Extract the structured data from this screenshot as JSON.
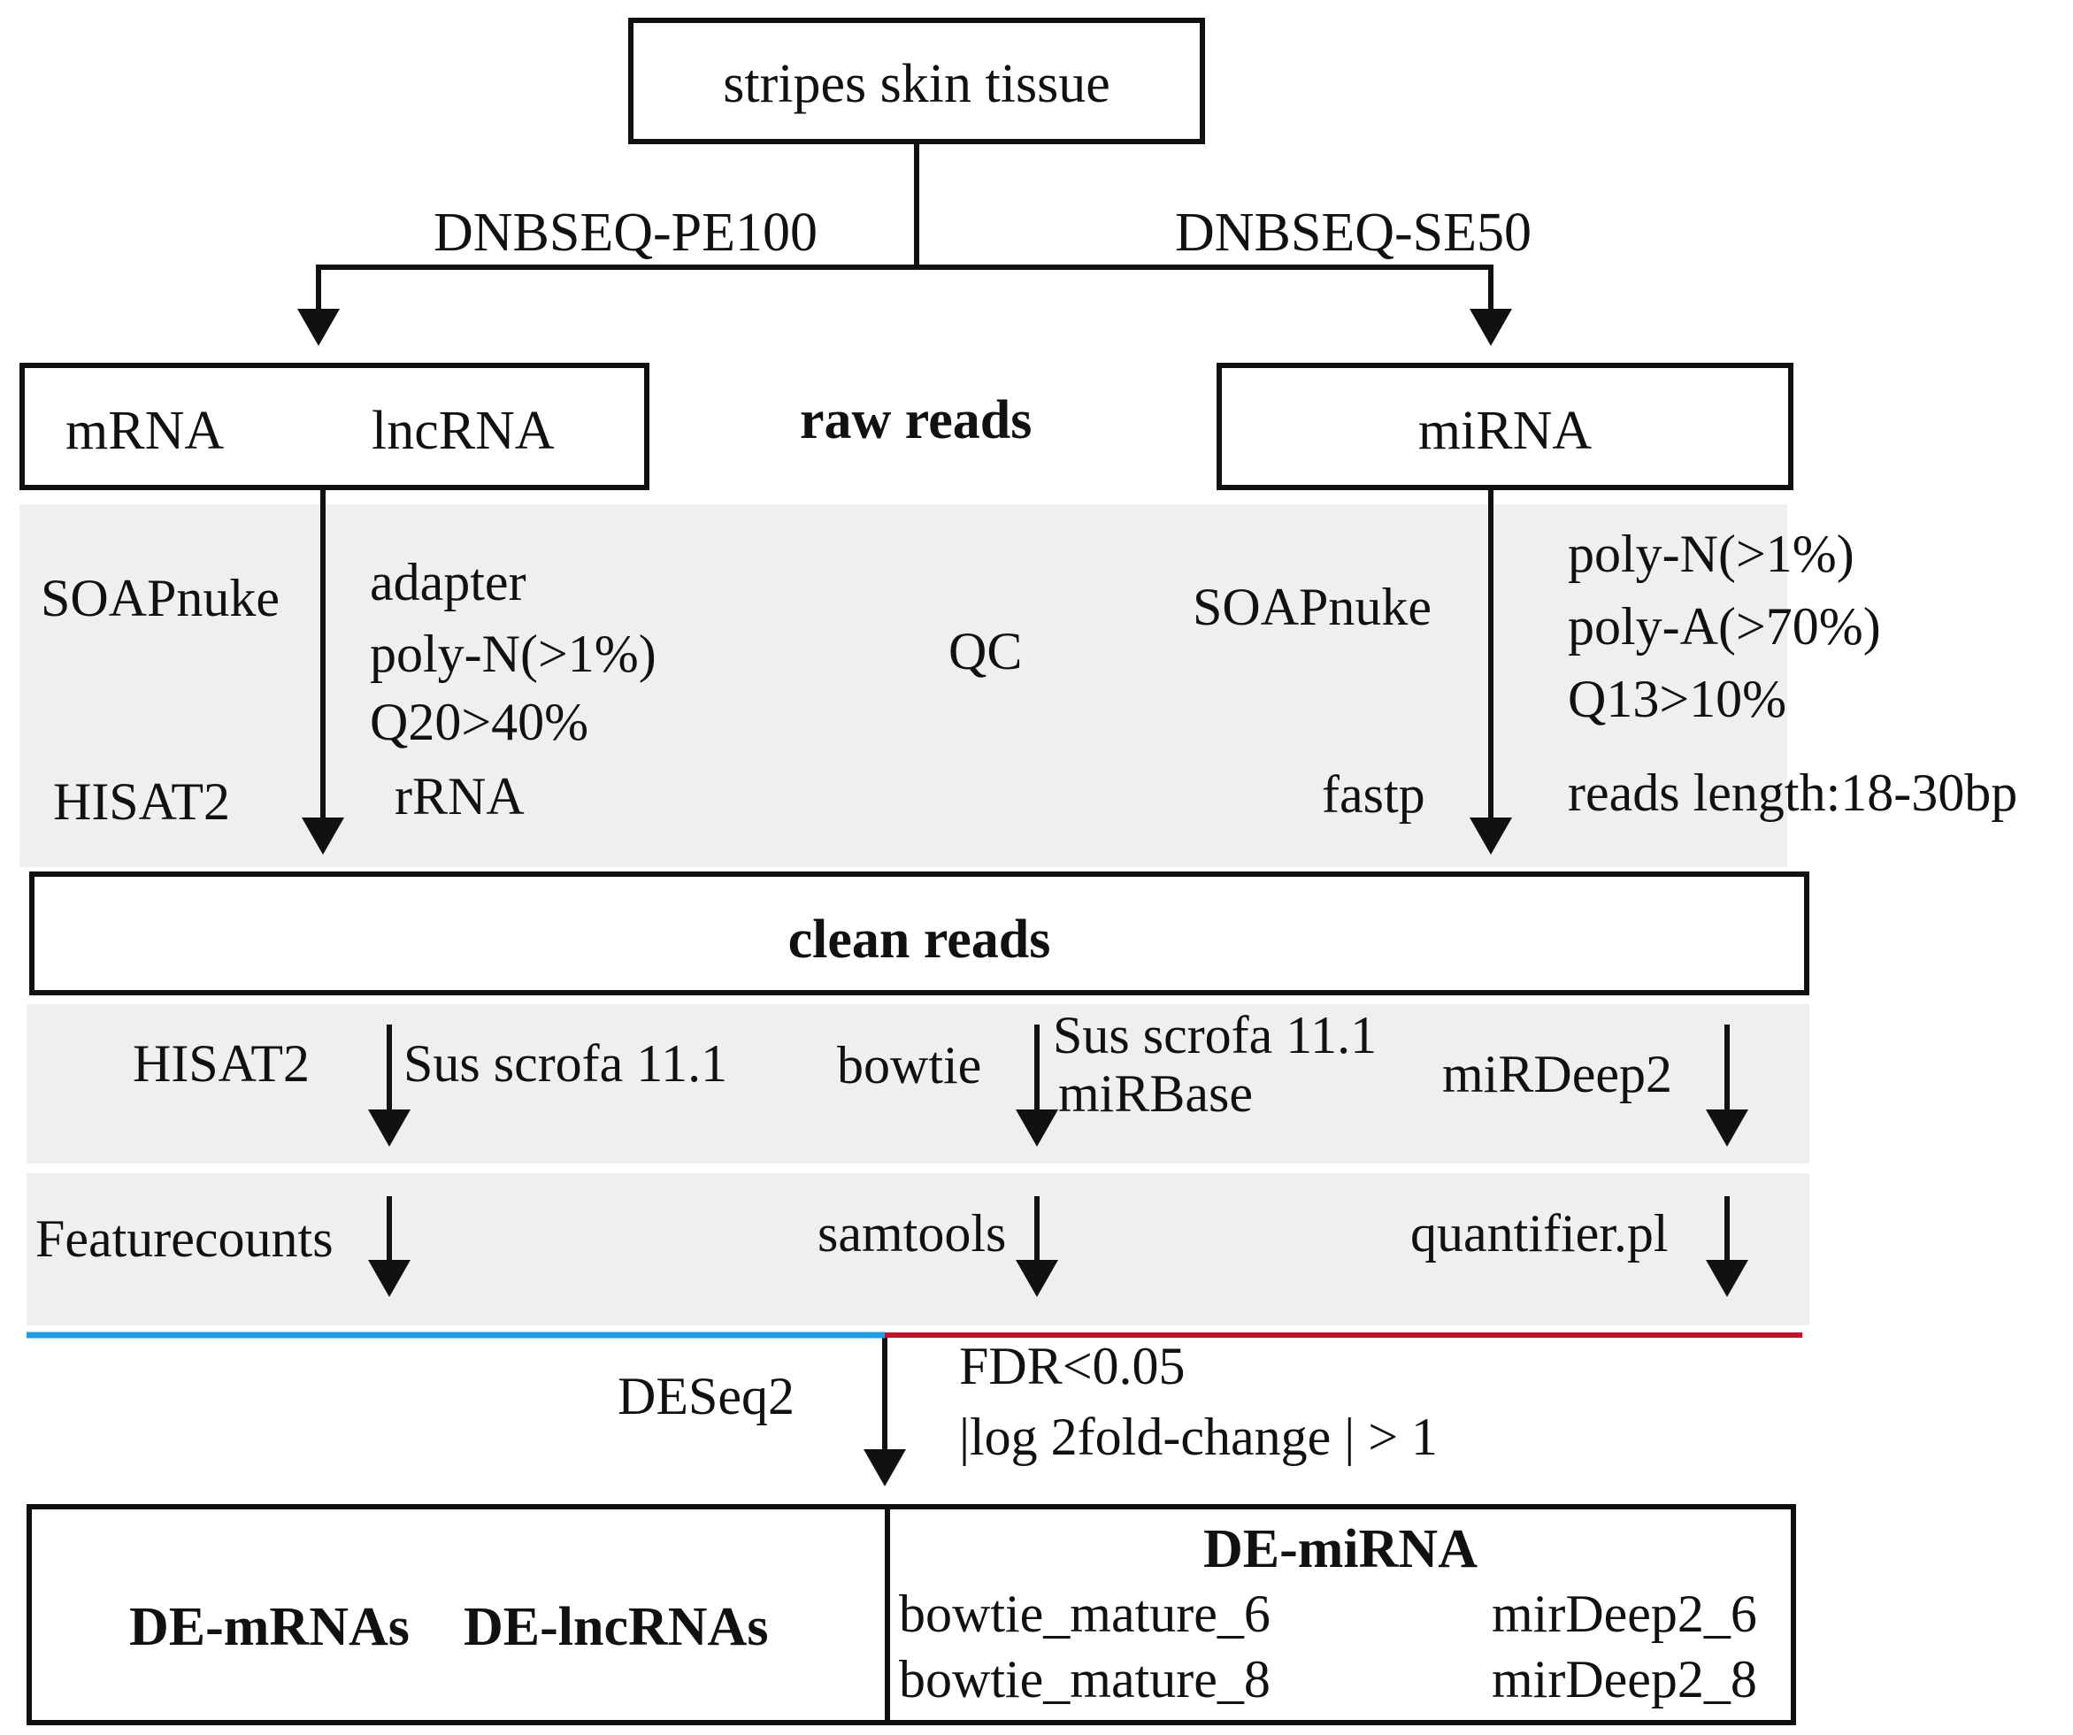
{
  "nodes": {
    "source": "stripes skin tissue",
    "mrna": "mRNA",
    "lncrna": "lncRNA",
    "raw_reads": "raw reads",
    "mirna": "miRNA",
    "clean_reads": "clean reads",
    "de_mrnas": "DE-mRNAs",
    "de_lncrnas": "DE-lncRNAs",
    "de_mirna": "DE-miRNA"
  },
  "edges": {
    "left_platform": "DNBSEQ-PE100",
    "right_platform": "DNBSEQ-SE50"
  },
  "qc": {
    "label": "QC",
    "left_tool_1": "SOAPnuke",
    "left_tool_2": "HISAT2",
    "left_filters": [
      "adapter",
      "poly-N(>1%)",
      "Q20>40%"
    ],
    "left_filter_2": "rRNA",
    "right_tool_1": "SOAPnuke",
    "right_tool_2": "fastp",
    "right_filters": [
      "poly-N(>1%)",
      "poly-A(>70%)",
      "Q13>10%"
    ],
    "right_filter_2": "reads length:18-30bp"
  },
  "align": {
    "left_tool": "HISAT2",
    "left_ref": "Sus scrofa 11.1",
    "mid_tool": "bowtie",
    "mid_ref_1": "Sus scrofa 11.1",
    "mid_ref_2": "miRBase",
    "right_tool": "miRDeep2"
  },
  "count": {
    "left_tool": "Featurecounts",
    "mid_tool": "samtools",
    "right_tool": "quantifier.pl"
  },
  "de": {
    "tool": "DESeq2",
    "criteria_1": "FDR<0.05",
    "criteria_2": "|log 2fold-change | > 1"
  },
  "results": {
    "mirna_sets": [
      "bowtie_mature_6",
      "mirDeep2_6",
      "bowtie_mature_8",
      "mirDeep2_8"
    ]
  },
  "colors": {
    "band": "#efefef",
    "divider_left": "#1f9de0",
    "divider_right": "#c8102e"
  }
}
